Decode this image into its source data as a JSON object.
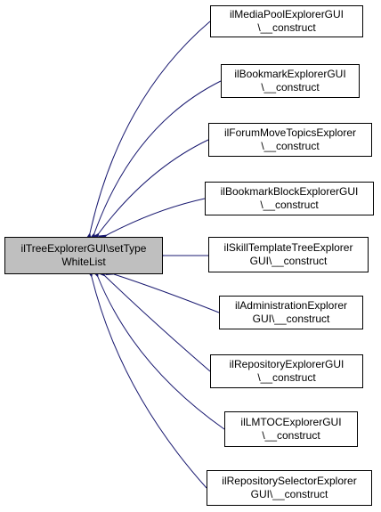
{
  "graph": {
    "edge_color": "#191970",
    "focus_fill": "#bfbfbf",
    "source": {
      "line1": "ilTreeExplorerGUI\\setType",
      "line2": "WhiteList"
    },
    "callers": [
      {
        "line1": "ilMediaPoolExplorerGUI",
        "line2": "\\__construct"
      },
      {
        "line1": "ilBookmarkExplorerGUI",
        "line2": "\\__construct"
      },
      {
        "line1": "ilForumMoveTopicsExplorer",
        "line2": "\\__construct"
      },
      {
        "line1": "ilBookmarkBlockExplorerGUI",
        "line2": "\\__construct"
      },
      {
        "line1": "ilSkillTemplateTreeExplorer",
        "line2": "GUI\\__construct"
      },
      {
        "line1": "ilAdministrationExplorer",
        "line2": "GUI\\__construct"
      },
      {
        "line1": "ilRepositoryExplorerGUI",
        "line2": "\\__construct"
      },
      {
        "line1": "ilLMTOCExplorerGUI",
        "line2": "\\__construct"
      },
      {
        "line1": "ilRepositorySelectorExplorer",
        "line2": "GUI\\__construct"
      }
    ]
  }
}
